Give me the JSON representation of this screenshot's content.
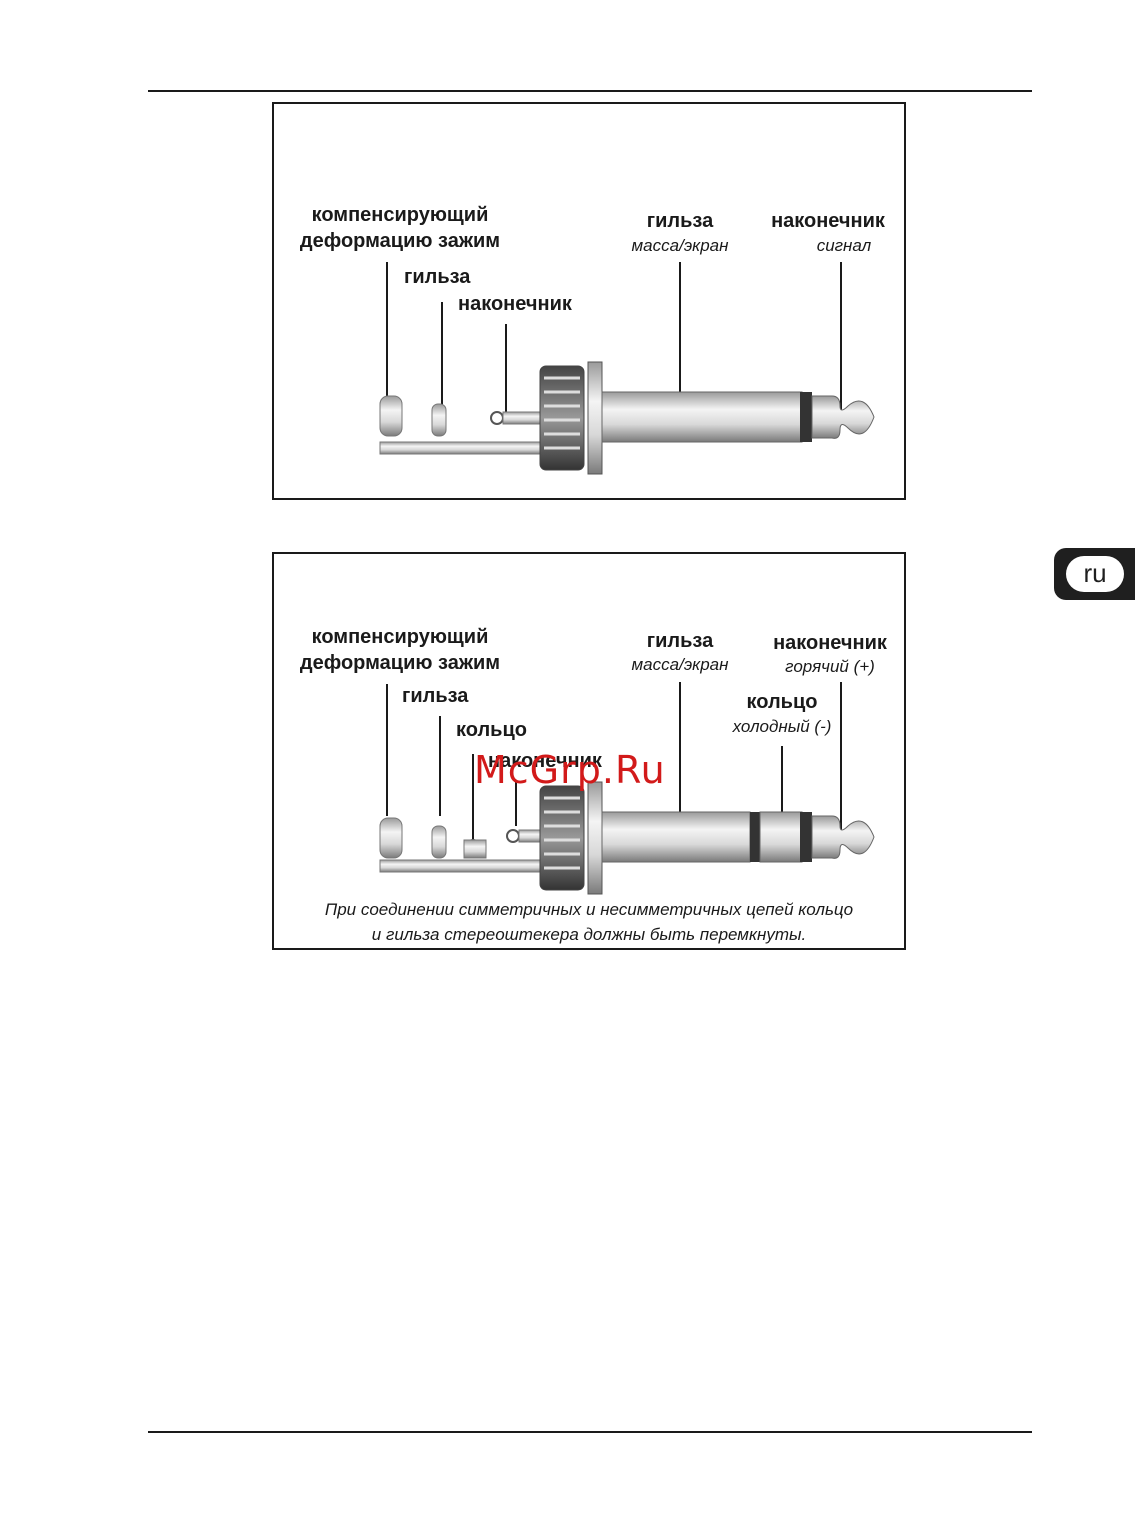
{
  "panel1": {
    "strain_relief_line1": "компенсирующий",
    "strain_relief_line2": "деформацию зажим",
    "sleeve_left": "гильза",
    "tip_left": "наконечник",
    "sleeve_right": "гильза",
    "sleeve_right_sub": "масса/экран",
    "tip_right": "наконечник",
    "tip_right_sub": "сигнал"
  },
  "panel2": {
    "strain_relief_line1": "компенсирующий",
    "strain_relief_line2": "деформацию зажим",
    "sleeve_left": "гильза",
    "ring_left": "кольцо",
    "tip_left": "наконечник",
    "sleeve_right": "гильза",
    "sleeve_right_sub": "масса/экран",
    "tip_right": "наконечник",
    "tip_right_sub": "горячий (+)",
    "ring_right": "кольцо",
    "ring_right_sub": "холодный (-)",
    "note_line1": "При соединении симметричных и несимметричных цепей кольцо",
    "note_line2": "и гильза стереоштекера должны быть перемкнуты."
  },
  "language_tab": "ru",
  "watermark": "McGrp.Ru",
  "colors": {
    "ink": "#1a1a1a",
    "metal_light": "#eeeeee",
    "metal_dark": "#8a8a8a",
    "watermark": "#d21a1a"
  }
}
